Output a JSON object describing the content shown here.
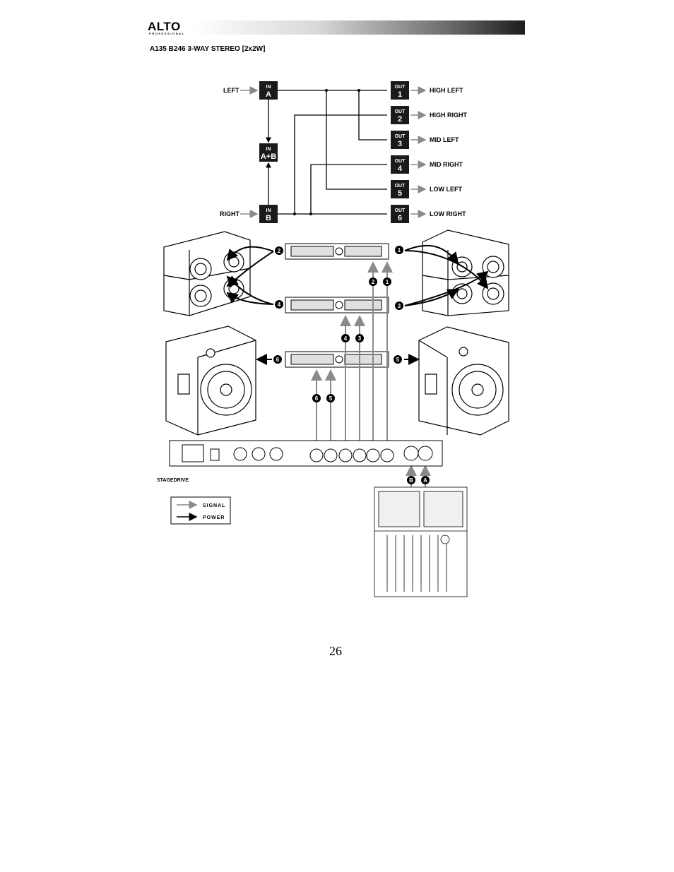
{
  "header": {
    "logo": "ALTO",
    "logo_sub": "PROFESSIONAL"
  },
  "doc_title": "A135 B246 3-WAY STEREO [2x2W]",
  "routing": {
    "inputs": [
      {
        "name": "LEFT",
        "top": "IN",
        "bottom": "A"
      },
      {
        "name": "",
        "top": "IN",
        "bottom": "A+B"
      },
      {
        "name": "RIGHT",
        "top": "IN",
        "bottom": "B"
      }
    ],
    "outputs": [
      {
        "top": "OUT",
        "bottom": "1",
        "label": "HIGH LEFT"
      },
      {
        "top": "OUT",
        "bottom": "2",
        "label": "HIGH RIGHT"
      },
      {
        "top": "OUT",
        "bottom": "3",
        "label": "MID LEFT"
      },
      {
        "top": "OUT",
        "bottom": "4",
        "label": "MID RIGHT"
      },
      {
        "top": "OUT",
        "bottom": "5",
        "label": "LOW LEFT"
      },
      {
        "top": "OUT",
        "bottom": "6",
        "label": "LOW RIGHT"
      }
    ]
  },
  "connection_numbers": [
    "1",
    "2",
    "3",
    "4",
    "5",
    "6"
  ],
  "input_letters": [
    "B",
    "A"
  ],
  "device_label": "STAGEDRIVE",
  "legend": {
    "signal": "SIGNAL",
    "power": "POWER"
  },
  "page_number": "26",
  "colors": {
    "signal": "#8a8a8a",
    "power": "#000000",
    "box": "#1a1a1a"
  }
}
